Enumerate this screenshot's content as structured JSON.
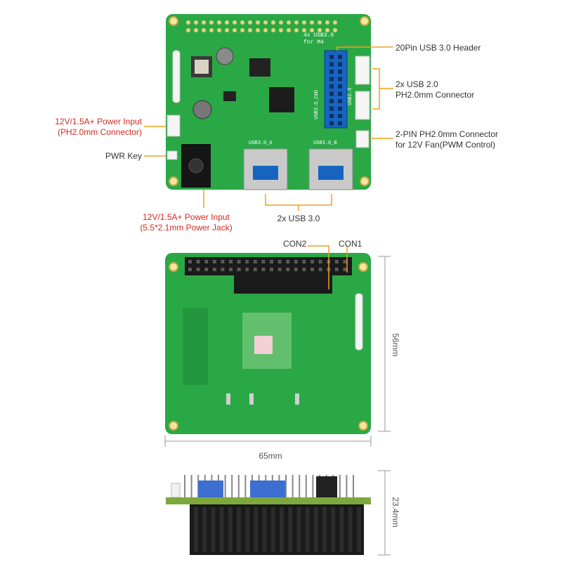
{
  "board": {
    "silk": {
      "header_text": "4x USB3.0\nfor M4",
      "usb3_a": "USB3.0_A",
      "usb3_b": "USB3.0_B",
      "usb2": "USB2.0",
      "usb3_c": "USB3.0_C&D"
    }
  },
  "callouts": {
    "header20": "20Pin USB 3.0 Header",
    "usb2_line1": "2x USB 2.0",
    "usb2_line2": "PH2.0mm Connector",
    "fan_line1": "2-PIN PH2.0mm Connector",
    "fan_line2": "for 12V Fan(PWM Control)",
    "power_ph_line1": "12V/1.5A+ Power Input",
    "power_ph_line2": "(PH2.0mm Connector)",
    "pwr_key": "PWR Key",
    "power_jack_line1": "12V/1.5A+ Power Input",
    "power_jack_line2": "(5.5*2.1mm Power Jack)",
    "usb3": "2x USB 3.0",
    "con2": "CON2",
    "con1": "CON1"
  },
  "dimensions": {
    "height": "56mm",
    "width": "65mm",
    "depth": "23.4mm"
  },
  "colors": {
    "pcb": "#28a745",
    "pcb_dark": "#1f8a39",
    "callout_red": "#d42a1f",
    "callout_line": "#f0a020",
    "usb_blue": "#1565c0"
  }
}
